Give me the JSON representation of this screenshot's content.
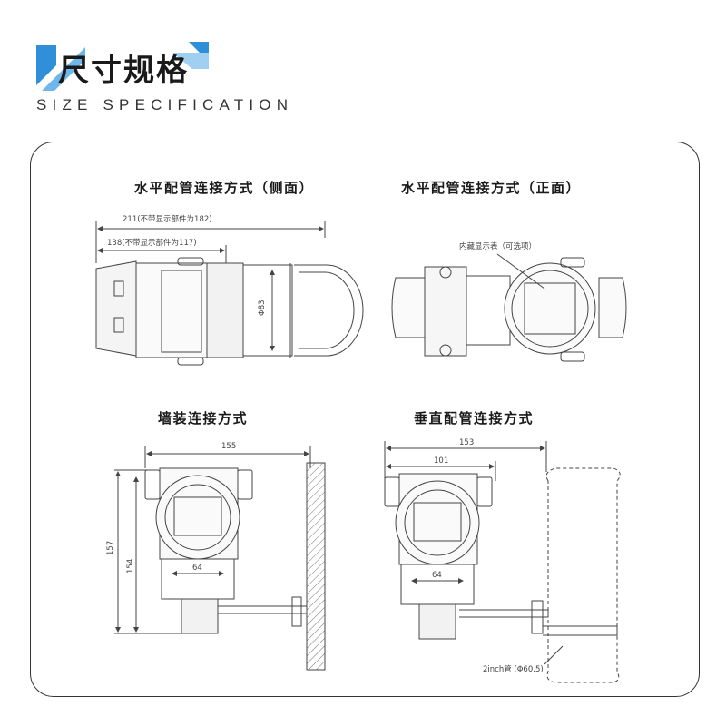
{
  "header": {
    "title_cn": "尺寸规格",
    "title_en": "SIZE SPECIFICATION",
    "accent_color": "#2f8fd8"
  },
  "sections": {
    "horizontal_side": {
      "title": "水平配管连接方式（侧面）",
      "dim_total": "211(不带显示部件为182)",
      "dim_partial": "138(不带显示部件为117)",
      "dim_pipe": "Φ83"
    },
    "horizontal_front": {
      "title": "水平配管连接方式（正面）",
      "callout": "内藏显示表（可选项）"
    },
    "wall_mount": {
      "title": "墙装连接方式",
      "dim_width": "155",
      "dim_height_outer": "157",
      "dim_height_inner": "154",
      "dim_inner": "64"
    },
    "vertical_pipe": {
      "title": "垂直配管连接方式",
      "dim_width": "153",
      "dim_partial": "101",
      "dim_inner": "64",
      "pipe_label": "2inch管 (Φ60.5)"
    }
  }
}
